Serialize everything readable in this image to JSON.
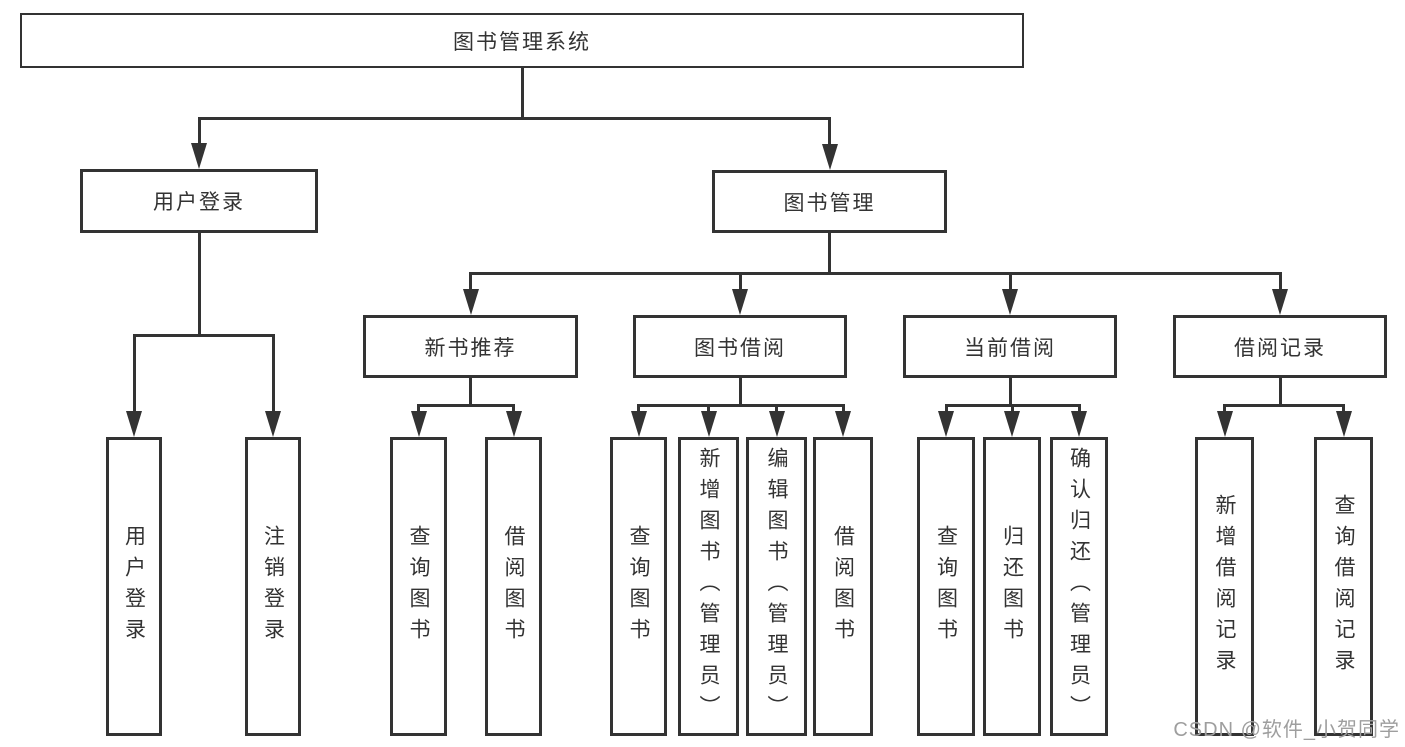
{
  "diagram": {
    "root": {
      "label": "图书管理系统"
    },
    "level2": [
      {
        "id": "user-login",
        "label": "用户登录"
      },
      {
        "id": "book-management",
        "label": "图书管理"
      }
    ],
    "level3": [
      {
        "id": "new-book-recommend",
        "label": "新书推荐"
      },
      {
        "id": "book-borrowing",
        "label": "图书借阅"
      },
      {
        "id": "current-borrowing",
        "label": "当前借阅"
      },
      {
        "id": "borrowing-records",
        "label": "借阅记录"
      }
    ],
    "leaves": {
      "user_login": [
        "用户登录",
        "注销登录"
      ],
      "new_book_recommend": [
        "查询图书",
        "借阅图书"
      ],
      "book_borrowing": [
        "查询图书",
        "新增图书（管理员）",
        "编辑图书（管理员）",
        "借阅图书"
      ],
      "current_borrowing": [
        "查询图书",
        "归还图书",
        "确认归还（管理员）"
      ],
      "borrowing_records": [
        "新增借阅记录",
        "查询借阅记录"
      ]
    },
    "watermark": "CSDN @软件_小贺同学",
    "colors": {
      "line": "#333333",
      "text": "#333333",
      "box_background": "#ffffff",
      "watermark": "#9e9e9e"
    }
  }
}
